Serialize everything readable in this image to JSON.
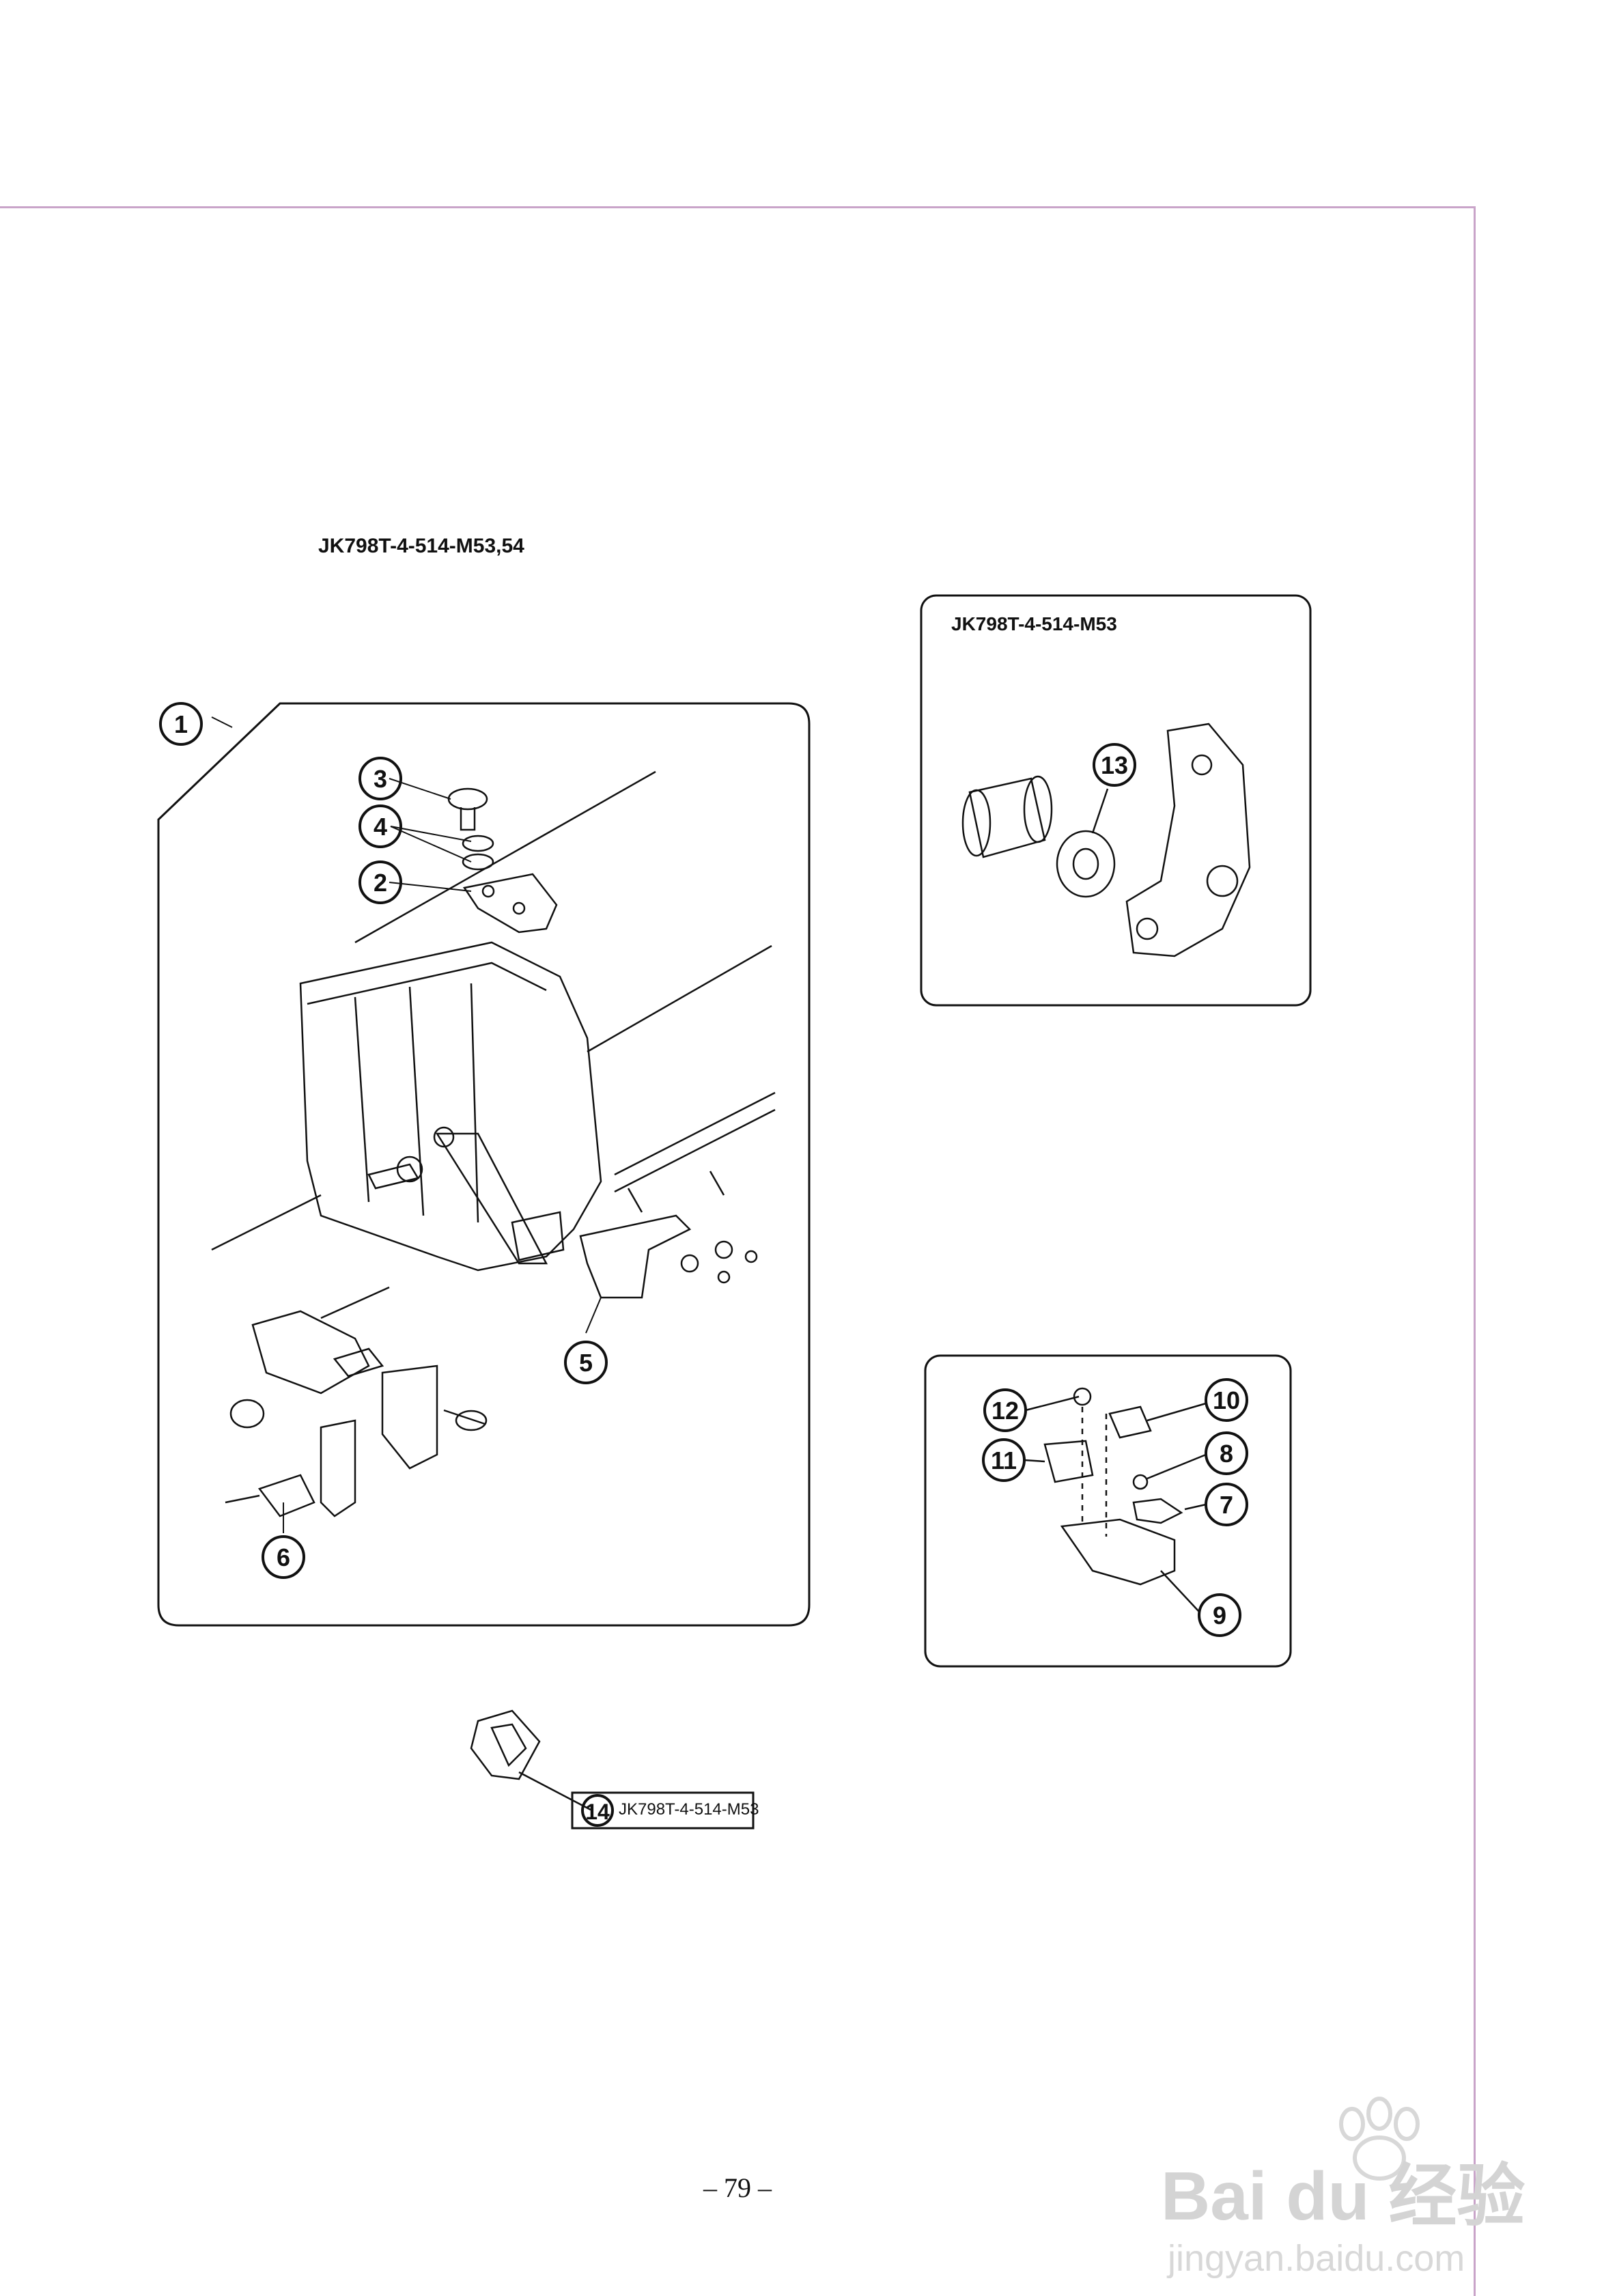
{
  "main_model": "JK798T-4-514-M53,54",
  "inset_top": {
    "model": "JK798T-4-514-M53"
  },
  "inset_14": {
    "model": "JK798T-4-514-M53"
  },
  "callouts": {
    "c1": "1",
    "c2": "2",
    "c3": "3",
    "c4": "4",
    "c5": "5",
    "c6": "6",
    "c7": "7",
    "c8": "8",
    "c9": "9",
    "c10": "10",
    "c11": "11",
    "c12": "12",
    "c13": "13",
    "c14": "14"
  },
  "page_number": "– 79 –",
  "watermark": {
    "brand": "Bai du 经验",
    "url": "jingyan.baidu.com"
  }
}
